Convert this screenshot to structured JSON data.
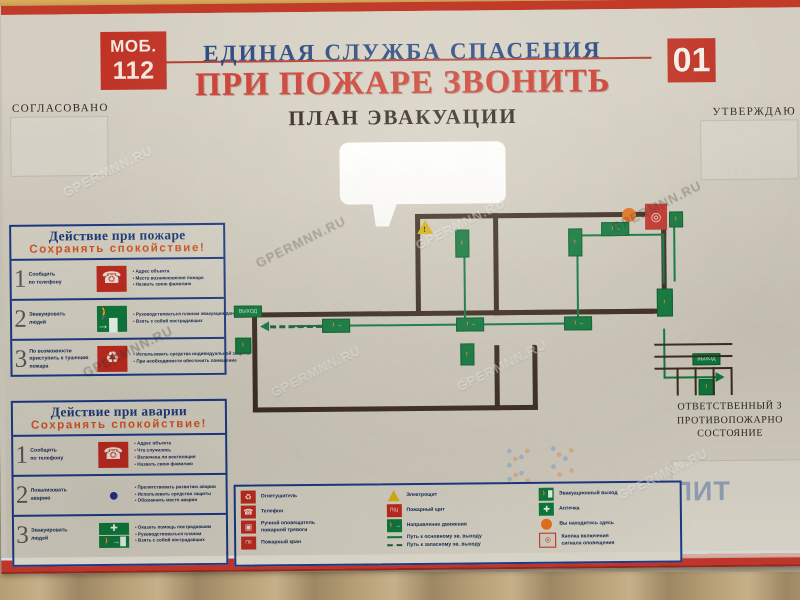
{
  "board": {
    "header": {
      "mob_badge_line1": "МОБ.",
      "mob_badge_line2": "112",
      "fire_number": "01",
      "service_title": "ЕДИНАЯ СЛУЖБА СПАСЕНИЯ",
      "main_title": "ПРИ ПОЖАРЕ ЗВОНИТЬ",
      "subtitle": "ПЛАН ЭВАКУАЦИИ",
      "approve_left": "СОГЛАСОВАНО",
      "approve_right": "УТВЕРЖДАЮ"
    },
    "responsible_note": [
      "ОТВЕТСТВЕННЫЙ З",
      "ПРОТИВОПОЖАРНО",
      "СОСТОЯНИЕ"
    ],
    "fire_panel": {
      "title": "Действие при пожаре",
      "subtitle": "Сохранять спокойствие!",
      "rows": [
        {
          "number": "1",
          "action": "Сообщить\nпо телефону",
          "icon": "telephone-icon",
          "bullets": [
            "Адрес объекта",
            "Место возникновения пожара",
            "Назвать свою фамилию"
          ]
        },
        {
          "number": "2",
          "action": "Эвакуировать\nлюдей",
          "icon": "emergency-exit-icon",
          "bullets": [
            "Руководствоваться планом эвакуации данного",
            "Взять с собой пострадавших"
          ]
        },
        {
          "number": "3",
          "action": "По возможности\nприступить к тушению\nпожара",
          "icon": "fire-extinguisher-icon",
          "bullets": [
            "Использовать средства индивидуальной защиты",
            "При необходимости обесточить помещение"
          ]
        }
      ]
    },
    "accident_panel": {
      "title": "Действие при аварии",
      "subtitle": "Сохранять спокойствие!",
      "rows": [
        {
          "number": "1",
          "action": "Сообщить\nпо телефону",
          "icon": "telephone-icon",
          "bullets": [
            "Адрес объекта",
            "Что случилось",
            "Включена ли вентиляция",
            "Назвать свою фамилию"
          ]
        },
        {
          "number": "2",
          "action": "Локализовать\nаварию",
          "icon": "respirator-icon",
          "bullets": [
            "Препятствовать развитию аварии",
            "Использовать средства защиты",
            "Обозначить место аварии"
          ]
        },
        {
          "number": "3",
          "action": "Эвакуировать\nлюдей",
          "icon": "first-aid-exit-icon",
          "bullets": [
            "Оказать помощь пострадавшим",
            "Руководствоваться планом",
            "Взять с собой пострадавших"
          ]
        }
      ]
    },
    "legend": {
      "column1": [
        {
          "icon": "fire-extinguisher-icon",
          "label": "Огнетушитель"
        },
        {
          "icon": "telephone-icon",
          "label": "Телефон"
        },
        {
          "icon": "manual-call-point-icon",
          "label": "Ручной оповещатель\nпожарной тревоги"
        },
        {
          "icon": "fire-hydrant-icon",
          "label": "Пожарный кран"
        }
      ],
      "column2": [
        {
          "icon": "electrical-hazard-icon",
          "label": "Электрощит"
        },
        {
          "icon": "fire-board-icon",
          "label": "Пожарный щит"
        },
        {
          "icon": "direction-of-movement-icon",
          "label": "Направление движения"
        }
      ],
      "column2_lines": [
        {
          "style": "solid",
          "label": "Путь к основному эв. выходу"
        },
        {
          "style": "dashed",
          "label": "Путь к запасному эв. выходу"
        }
      ],
      "column3": [
        {
          "icon": "evacuation-exit-icon",
          "label": "Эвакуационный выход"
        },
        {
          "icon": "first-aid-kit-icon",
          "label": "Аптечка"
        },
        {
          "icon": "you-are-here-icon",
          "label": "Вы находитесь здесь"
        },
        {
          "icon": "alarm-button-icon",
          "label": "Кнопка включения\nсигнала оповещения"
        }
      ]
    },
    "plan": {
      "watermark_brand": "МОНОЛИТ",
      "watermarks": [
        "GPERMNN.RU",
        "GPERMNN.RU",
        "GPERMNN.RU",
        "GPERMNN.RU",
        "GPERMNN.RU",
        "GPERMNN.RU",
        "GPERMNN.RU",
        "GPERMNN.RU"
      ],
      "hazard_label": "!",
      "alarm_label": "⬤",
      "exit_sign_label": "ВЫХОД"
    },
    "colors": {
      "red": "#bf2f22",
      "blue": "#1b3a86",
      "title_red": "#c9352a",
      "green": "#0e7a3c",
      "orange": "#e8721c",
      "paper": "#d3cec1"
    }
  }
}
